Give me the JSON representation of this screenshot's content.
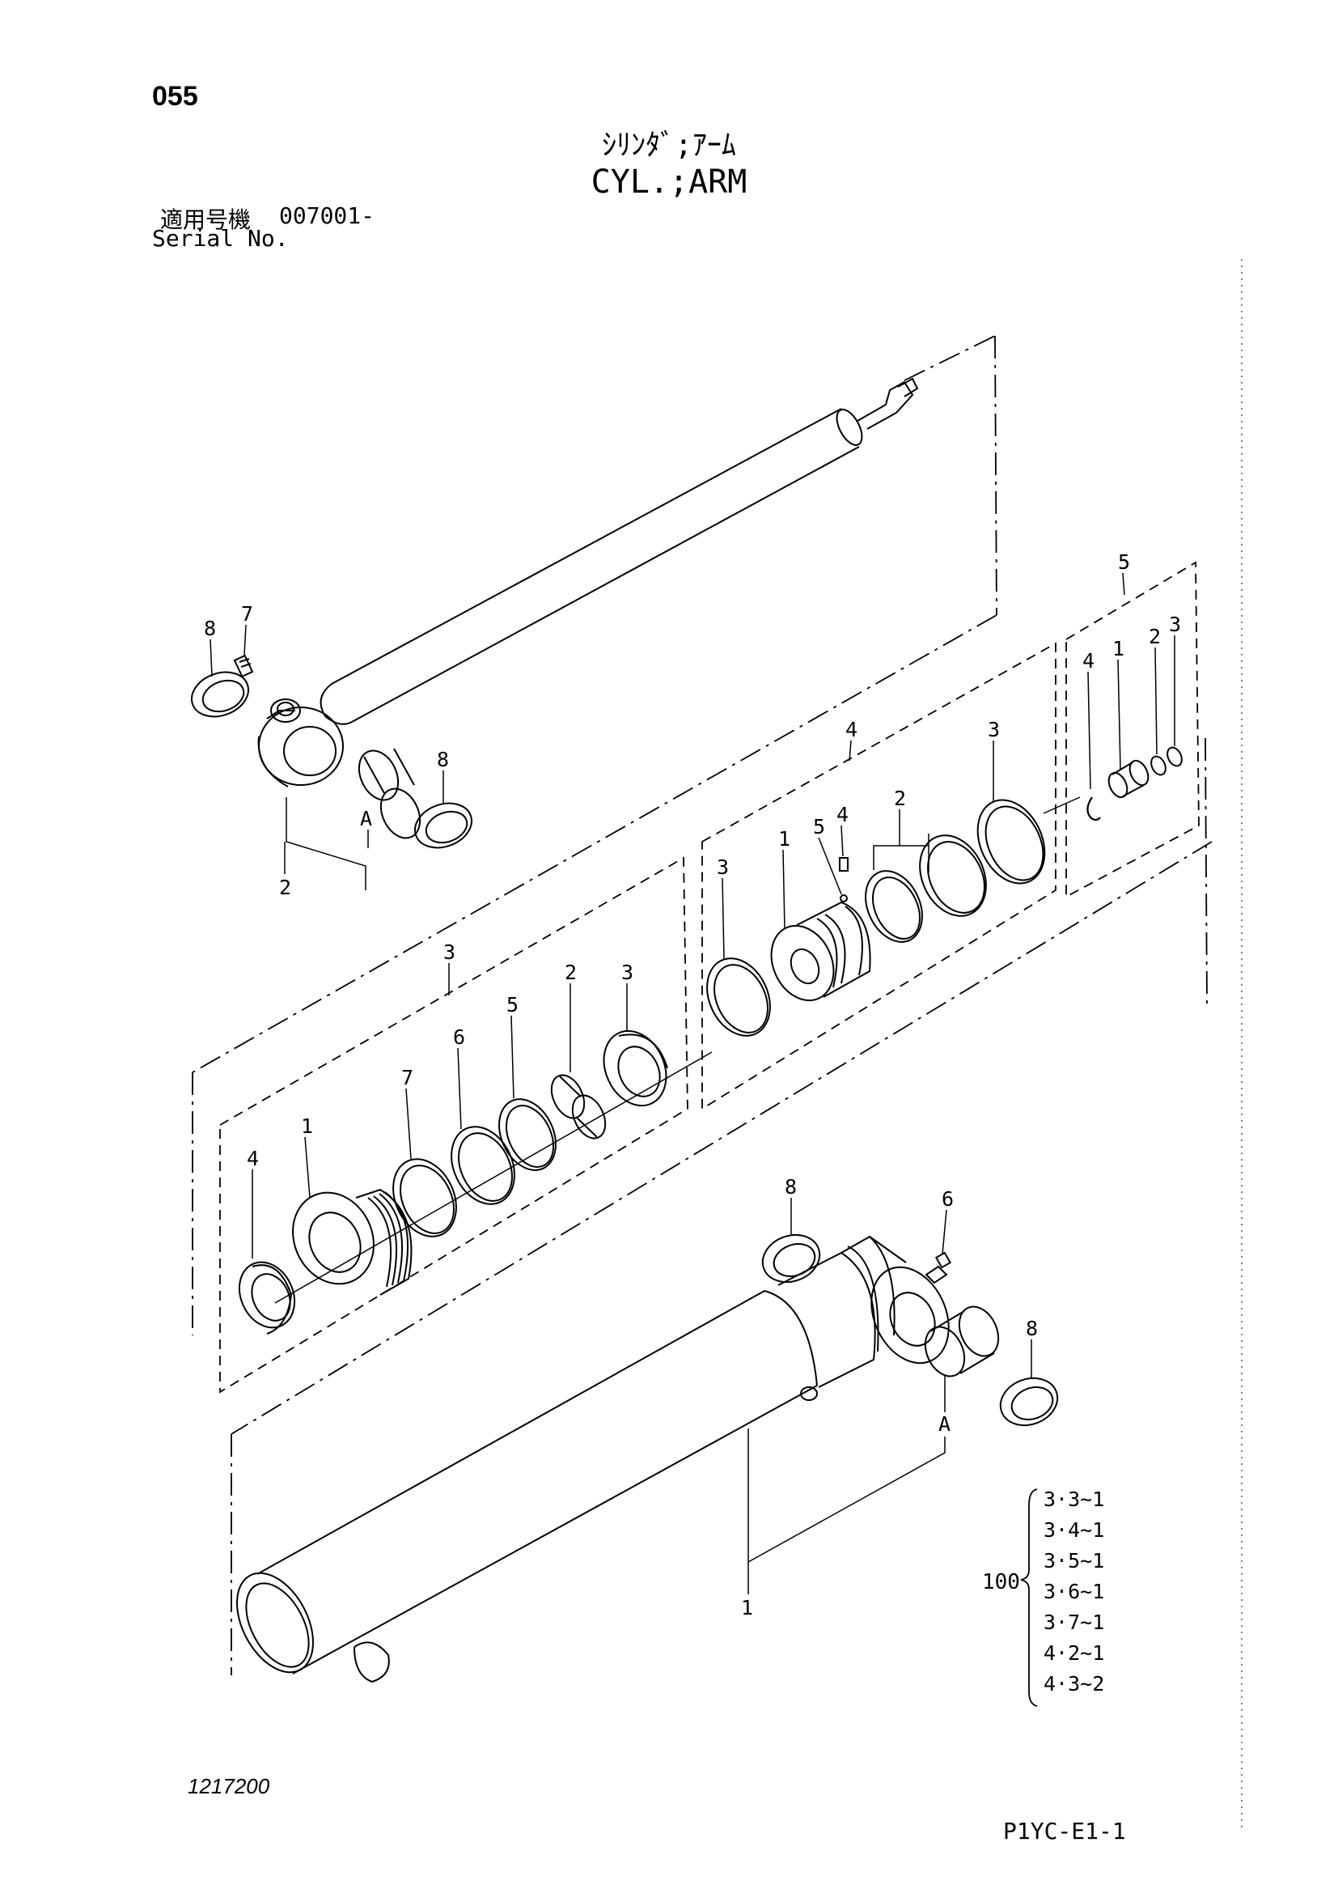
{
  "page_number": "055",
  "title_jp": "ｼﾘﾝﾀﾞ;ｱｰﾑ",
  "title_en": "CYL.;ARM",
  "serial": {
    "label_jp": "適用号機",
    "label_en": "Serial No.",
    "value": "007001-"
  },
  "drawing_number": "1217200",
  "page_code": "P1YC-E1-1",
  "callouts": {
    "rod_top": [
      "8",
      "7",
      "8",
      "A",
      "2"
    ],
    "group3": [
      "3",
      "4",
      "1",
      "7",
      "6",
      "5",
      "2",
      "3"
    ],
    "group4": [
      "4",
      "3",
      "1",
      "5",
      "4",
      "2",
      "3"
    ],
    "group5": [
      "5",
      "4",
      "1",
      "2",
      "3"
    ],
    "tube": [
      "8",
      "6",
      "8",
      "A",
      "1"
    ]
  },
  "qty_group": {
    "label": "100",
    "items": [
      "3·3~1",
      "3·4~1",
      "3·5~1",
      "3·6~1",
      "3·7~1",
      "4·2~1",
      "4·3~2"
    ]
  }
}
